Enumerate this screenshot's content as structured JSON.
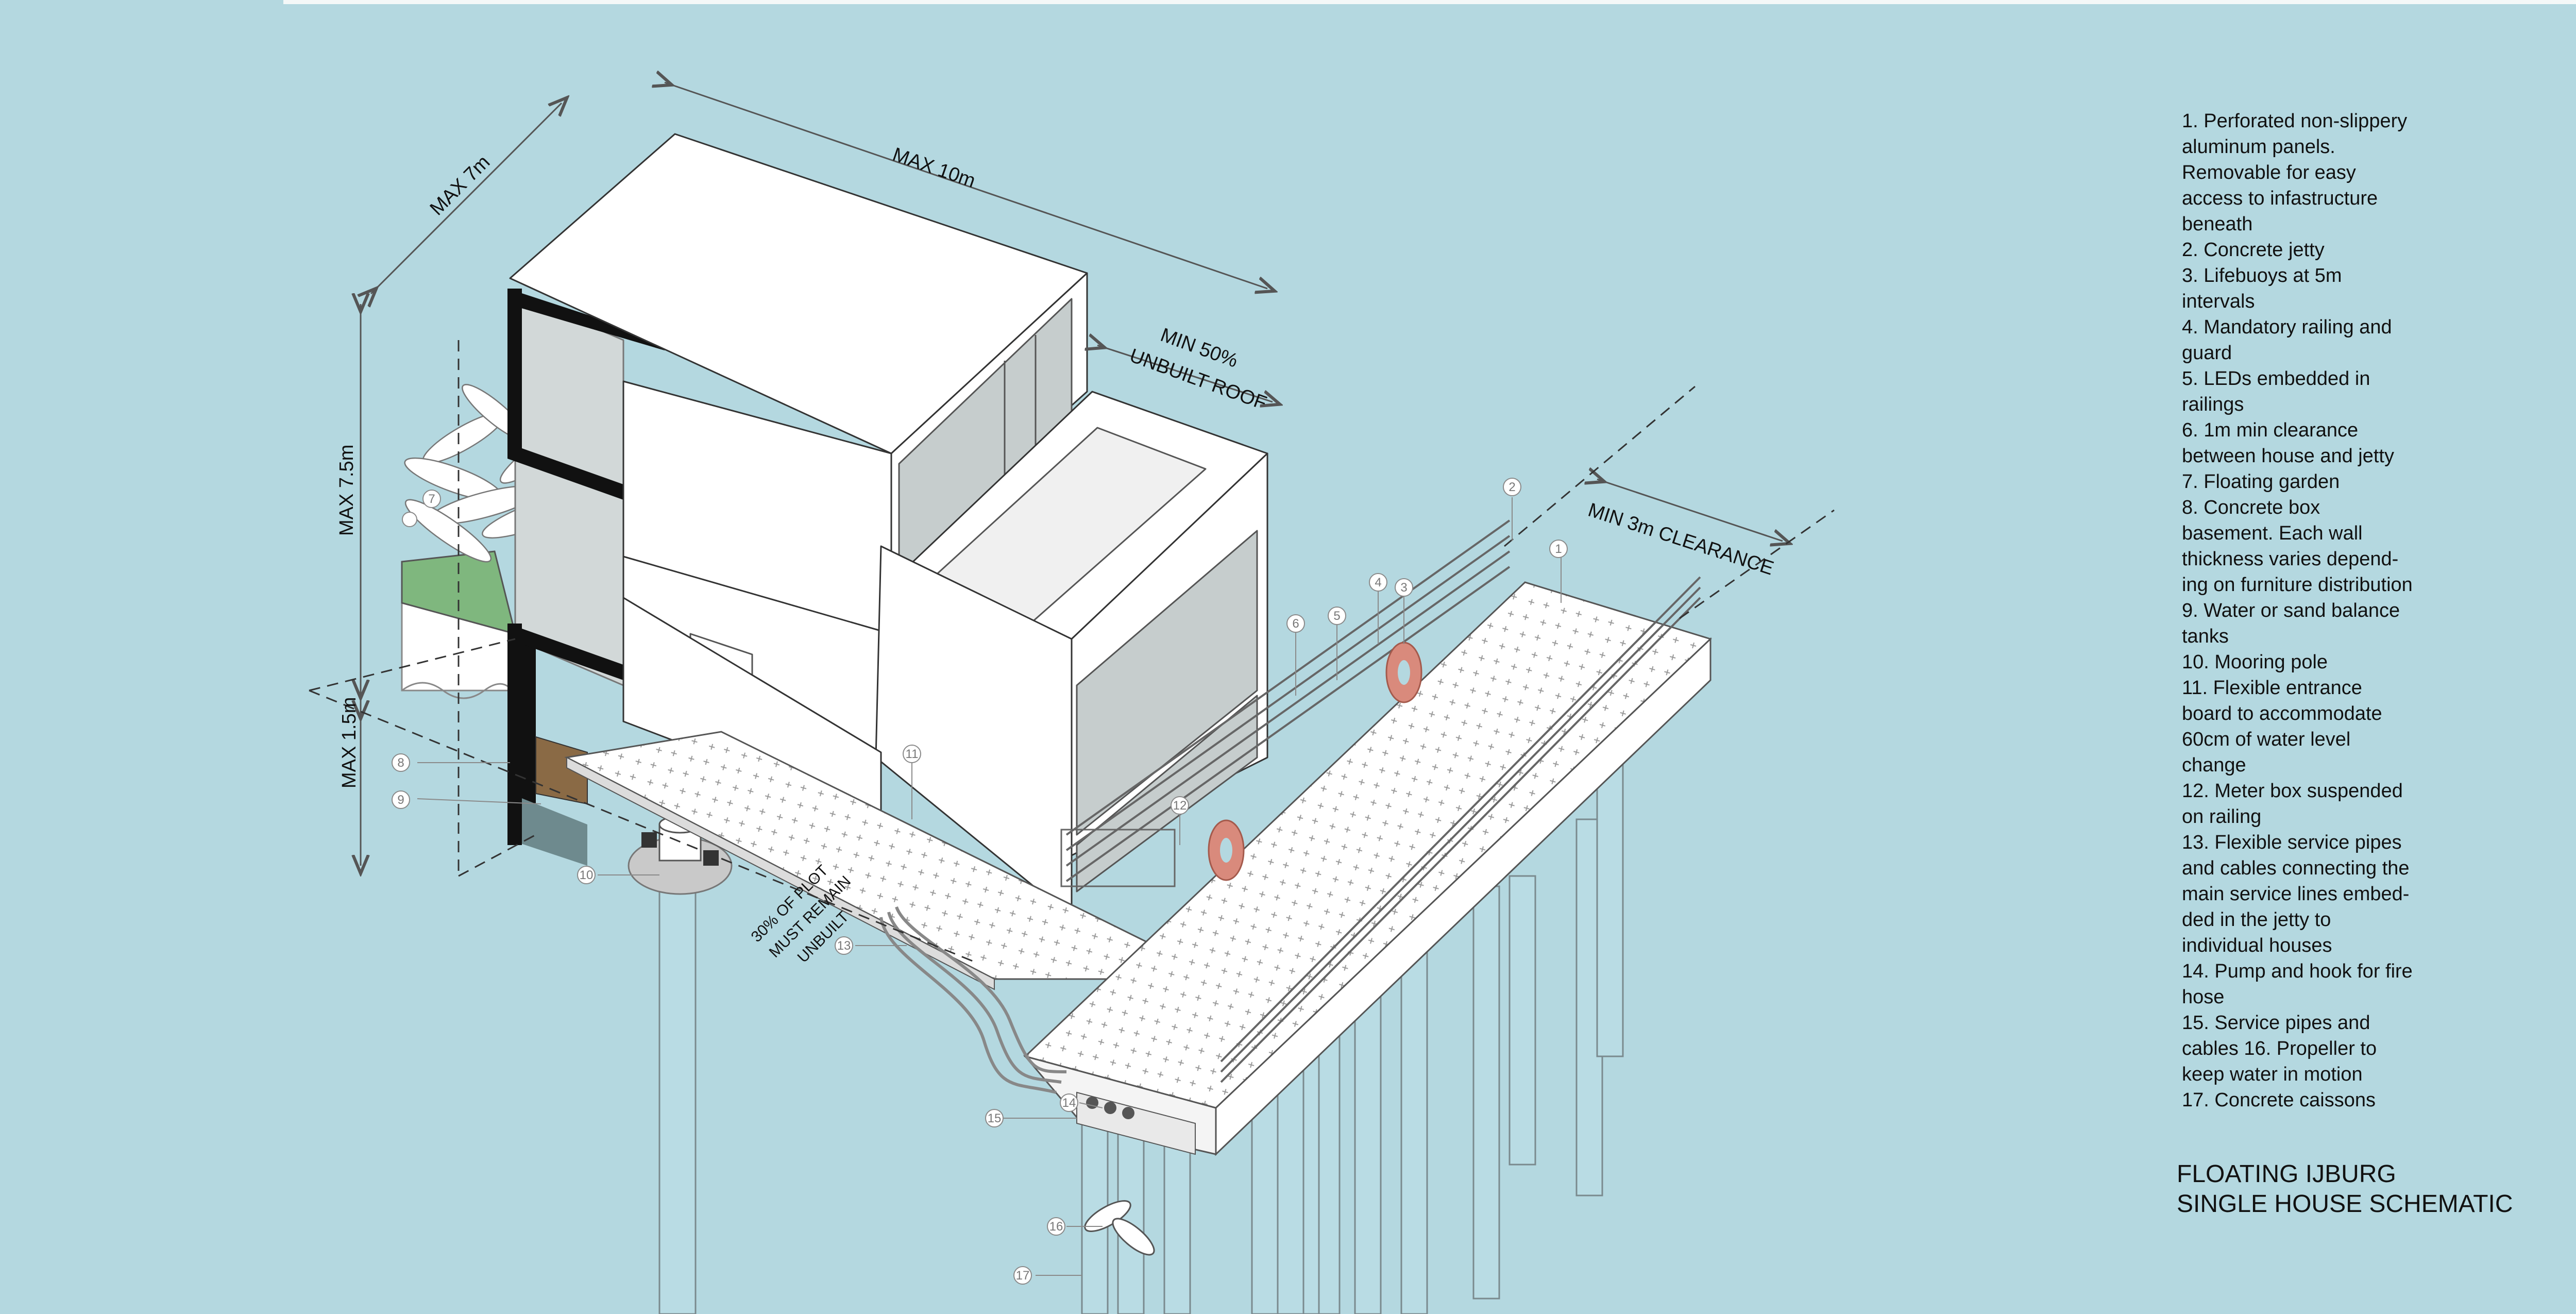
{
  "dimensions": {
    "max_height_house": "MAX 7m",
    "max_length": "MAX 10m",
    "max_total_height": "MAX 7.5m",
    "max_basement": "MAX 1.5m",
    "roof_note_line1": "MIN 50%",
    "roof_note_line2": "UNBUILT ROOF",
    "clearance": "MIN 3m CLEARANCE",
    "plot_note_line1": "30% OF PLOT",
    "plot_note_line2": "MUST REMAIN",
    "plot_note_line3": "UNBUILT"
  },
  "callout_numbers": [
    "1",
    "2",
    "3",
    "4",
    "5",
    "6",
    "7",
    "8",
    "9",
    "10",
    "11",
    "12",
    "13",
    "14",
    "15",
    "16",
    "17"
  ],
  "notes": [
    "1. Perforated non-slippery",
    "aluminum panels.",
    "Removable for easy",
    "access to infastructure",
    "beneath",
    "2. Concrete jetty",
    "3. Lifebuoys at 5m",
    "intervals",
    "4. Mandatory railing and",
    "guard",
    "5. LEDs embedded in",
    "railings",
    "6. 1m min clearance",
    "between house and jetty",
    "7. Floating garden",
    "8. Concrete box",
    "basement. Each wall",
    "thickness varies depend-",
    "ing on furniture distribution",
    "9. Water or sand balance",
    "tanks",
    "10. Mooring pole",
    "11. Flexible entrance",
    "board to accommodate",
    "60cm of water level",
    "change",
    "12. Meter box suspended",
    "on railing",
    "13. Flexible service pipes",
    "and cables connecting the",
    "main service lines embed-",
    "ded in the jetty to",
    "individual houses",
    "14. Pump and hook for fire",
    "hose",
    "15. Service pipes and",
    "cables 16. Propeller to",
    "keep water in motion",
    "17. Concrete caissons"
  ],
  "title": {
    "line1": "FLOATING IJBURG",
    "line2": "SINGLE HOUSE SCHEMATIC"
  },
  "colors": {
    "background": "#b4d8e0",
    "lifebuoy": "#d98a7c",
    "garden": "#7fb77e",
    "ballast": "#8a6a45"
  }
}
